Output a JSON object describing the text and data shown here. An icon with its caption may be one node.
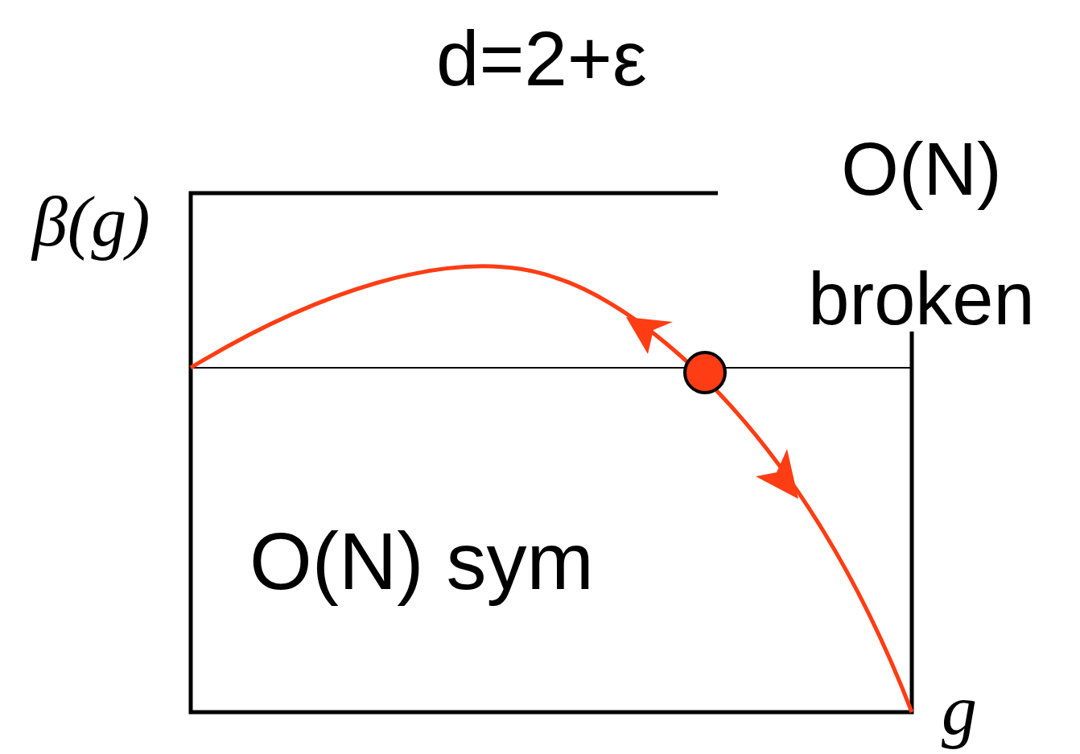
{
  "diagram": {
    "title": "d=2+ε",
    "labels": [
      "O(N) broken",
      "β(g)",
      "O(N) sym",
      "g"
    ]
  }
}
